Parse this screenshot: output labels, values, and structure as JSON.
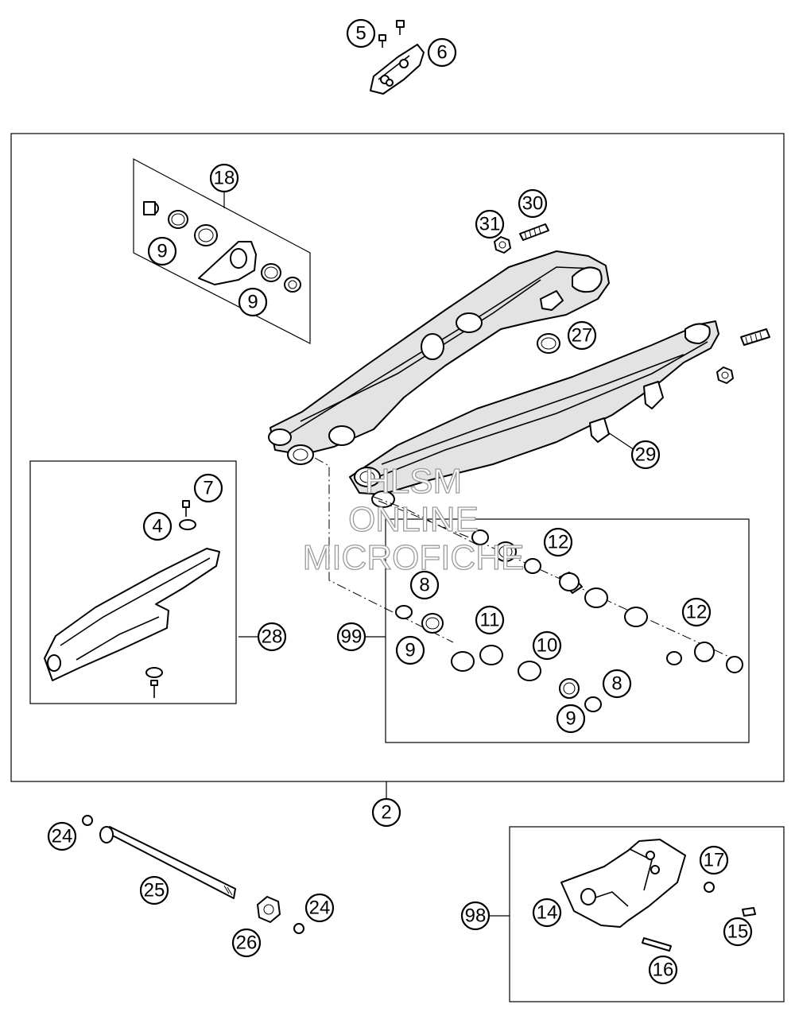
{
  "callouts": {
    "c5": "5",
    "c6": "6",
    "c18": "18",
    "c9a": "9",
    "c9b": "9",
    "c30": "30",
    "c31": "31",
    "c27": "27",
    "c29": "29",
    "c7": "7",
    "c4": "4",
    "c28": "28",
    "c12a": "12",
    "c8a": "8",
    "c11": "11",
    "c10": "10",
    "c12b": "12",
    "c99": "99",
    "c9c": "9",
    "c8b": "8",
    "c9d": "9",
    "c2": "2",
    "c24a": "24",
    "c25": "25",
    "c26": "26",
    "c24b": "24",
    "c17": "17",
    "c98": "98",
    "c14": "14",
    "c15": "15",
    "c16": "16"
  },
  "watermark": {
    "line1": "HLSM",
    "line2": "ONLINE",
    "line3": "MICROFICHE"
  }
}
